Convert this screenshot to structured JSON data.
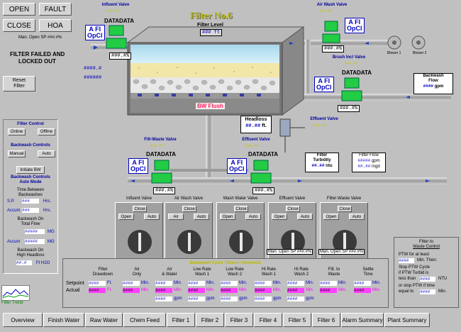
{
  "title": "Filter No.6",
  "controls": {
    "open": "OPEN",
    "fault": "FAULT",
    "close": "CLOSE",
    "hoa": "HOA",
    "manual_open_sp": "Man. Open SP ###.#%"
  },
  "alarm": {
    "line1": "FILTER FAILED AND",
    "line2": "LOCKED OUT"
  },
  "left_values": {
    "v1": "####.#",
    "v2": "######"
  },
  "reset_filter": {
    "line1": "Reset",
    "line2": "Filter"
  },
  "filter_control": {
    "title": "Filter Control",
    "online": "Online",
    "offline": "Offline"
  },
  "backwash_controls": {
    "title": "Backwash Controls",
    "manual": "Manual",
    "auto": "Auto"
  },
  "initiate_bw": "Initiate BW",
  "auto_mode": {
    "title1": "Backwash Controls",
    "title2": "Auto Mode",
    "time_between1": "Time Between",
    "time_between2": "Backwashes",
    "sp_label": "S.P.",
    "sp_val": "###",
    "sp_unit": "Hrs.",
    "accum_label": "Accum",
    "accum_val": "###",
    "accum_unit": "Hrs.",
    "flow1": "Backwash On",
    "flow2": "Total Flow",
    "flow_sp_val": "#####",
    "flow_sp_unit": "MG",
    "accum2_label": "Accum",
    "accum2_val": "#####",
    "accum2_unit": "MG",
    "hl1": "Backwash On",
    "hl2": "High Headloss",
    "hl_val": "##.#",
    "hl_unit": "Ft H2O"
  },
  "filter_trend": "Filter Trend",
  "diagram": {
    "influent_valve": "Influent Valve",
    "air_wash_valve": "Air Wash Valve",
    "brush_inel_valve": "Brush Incl Valve",
    "effluent_valve": "Effluent Valve",
    "ftw_valve": "Filt-Waste Valve",
    "effluent_valve2": "Effluent Valve",
    "filter_level_label": "Filter Level",
    "filter_level_val": "### ft",
    "bw_flash": "BW Flush",
    "blower1": "Blower 1",
    "blower2": "Blower 2",
    "backwash_flow_label1": "Backwash",
    "backwash_flow_label2": "Flow",
    "backwash_flow_val": "####",
    "backwash_flow_unit": "gpm",
    "headloss_label": "Headloss",
    "headloss_val": "##.##",
    "headloss_unit": "ft.",
    "turbidity_label1": "Filter",
    "turbidity_label2": "Turbidity",
    "turbidity_val": "##.##",
    "turbidity_unit": "ntu",
    "filter_flow_label": "Filter Flow",
    "filter_flow_gpm_val": "#####",
    "filter_flow_gpm_unit": "gpm",
    "filter_flow_mgd_val": "##.##",
    "filter_flow_mgd_unit": "mgd",
    "afi": "A FI",
    "opcl": "OpCl",
    "datadata": "DATADATA",
    "pct": "###.#%",
    "yel": "###.##"
  },
  "valve_panels": [
    {
      "label": "Influent Valve",
      "close": "Close",
      "open": "Open",
      "auto": "Auto"
    },
    {
      "label": "Air Wash Valve",
      "close": "Close",
      "open": "Air",
      "auto": "Auto"
    },
    {
      "label": "Wash Water Valve",
      "close": "Close",
      "open": "Open",
      "auto": "Auto"
    },
    {
      "label": "Effluent Valve",
      "close": "Close",
      "open": "Open",
      "auto": "Auto",
      "man_open": "Man. Open SP ###.#%"
    },
    {
      "label": "Filter-Waste Valve",
      "close": "Close",
      "open": "Open",
      "auto": "Auto",
      "man_open": "Man. Open SP ###.#%"
    }
  ],
  "cycle": {
    "title": "Backwash Cycle Timers / Setpoints",
    "setpoint": "Setpoint",
    "actual": "Actual",
    "cols": [
      {
        "h1": "Filter",
        "h2": "Drawdown",
        "sp": "####",
        "spu": "Ft.",
        "ac": "####",
        "acu": "Ft."
      },
      {
        "h1": "Air",
        "h2": "Only",
        "sp": "####",
        "spu": "Min.",
        "ac": "####",
        "acu": "Min."
      },
      {
        "h1": "Air",
        "h2": "& Water",
        "sp": "####",
        "spu": "Min.",
        "ac": "####",
        "acu": "Min.",
        "g": "####",
        "gu": "gpm"
      },
      {
        "h1": "Low Rate",
        "h2": "Wash 1",
        "sp": "####",
        "spu": "Min.",
        "ac": "####",
        "acu": "Min.",
        "g": "####",
        "gu": "gpm"
      },
      {
        "h1": "Low Rate",
        "h2": "Wash 2",
        "sp": "####",
        "spu": "Min.",
        "ac": "####",
        "acu": "Min.",
        "g": "####",
        "gu": "gpm"
      },
      {
        "h1": "Hi Rate",
        "h2": "Wash 1",
        "sp": "####",
        "spu": "Min.",
        "ac": "####",
        "acu": "Min.",
        "g": "####",
        "gu": "gpm"
      },
      {
        "h1": "Hi Rate",
        "h2": "Wash 2",
        "sp": "####",
        "spu": "Min.",
        "ac": "####",
        "acu": "Min.",
        "g": "####",
        "gu": "gpm"
      },
      {
        "h1": "Filt. to",
        "h2": "Waste",
        "sp": "####",
        "spu": "Min.",
        "ac": "####",
        "acu": "Min."
      },
      {
        "h1": "Settle",
        "h2": "Time",
        "sp": "####",
        "spu": "Min.",
        "ac": "####",
        "acu": "Min."
      }
    ]
  },
  "ftw": {
    "title1": "Filter to",
    "title2": "Waste Control",
    "l1": "PTW for at least",
    "v1": "####",
    "u1": "Min. Then:",
    "l2": "Stop PTW Cycle",
    "l3": "if PTW Turbid is",
    "l4": "less than",
    "v4": "####",
    "u4": "NTU",
    "l5": "or stop PTW if time",
    "l6": "equal to",
    "v6": "####",
    "u6": "Min."
  },
  "nav": [
    "Overview",
    "Finish Water",
    "Raw Water",
    "Chem Feed",
    "Filter 1",
    "Filter 2",
    "Filter 3",
    "Filter 4",
    "Filter 5",
    "Filter 6",
    "Alarm Summary",
    "Plant Summary"
  ]
}
